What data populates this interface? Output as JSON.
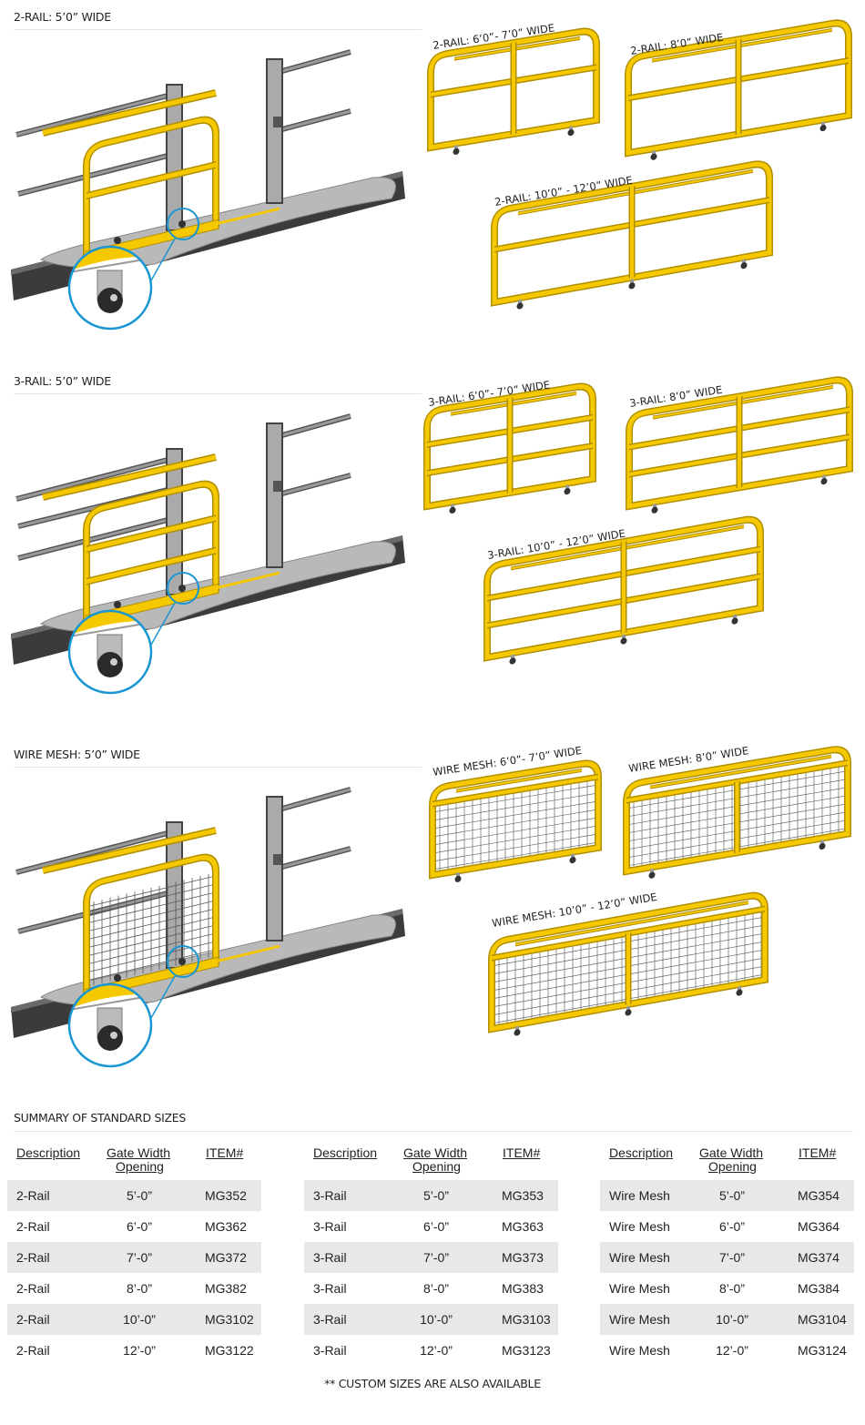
{
  "colors": {
    "yellow": "#f5c800",
    "yellow_edge": "#b08e00",
    "callout_blue": "#1a96d2",
    "row_shade": "#e8e8e8"
  },
  "sections": [
    {
      "title": "2-RAIL:  5’0” WIDE",
      "variant": "2-rail",
      "gates": [
        "2-RAIL:  6’0”- 7’0” WIDE",
        "2-RAIL:  8’0” WIDE",
        "2-RAIL:  10’0” - 12’0” WIDE"
      ]
    },
    {
      "title": "3-RAIL:  5’0” WIDE",
      "variant": "3-rail",
      "gates": [
        "3-RAIL:  6’0”- 7’0” WIDE",
        "3-RAIL:  8’0” WIDE",
        "3-RAIL:  10’0” - 12’0” WIDE"
      ]
    },
    {
      "title": "WIRE MESH:  5’0” WIDE",
      "variant": "wire-mesh",
      "gates": [
        "WIRE MESH:  6’0”- 7’0” WIDE",
        "WIRE MESH:  8’0” WIDE",
        "WIRE MESH:  10’0” - 12’0” WIDE"
      ]
    }
  ],
  "summary": {
    "title": "SUMMARY OF STANDARD SIZES",
    "headers": {
      "description": "Description",
      "gate_width": "Gate Width",
      "opening": "Opening",
      "item": "ITEM#"
    },
    "tables": [
      {
        "rows": [
          [
            "2-Rail",
            "5’-0”",
            "MG352"
          ],
          [
            "2-Rail",
            "6’-0”",
            "MG362"
          ],
          [
            "2-Rail",
            "7’-0”",
            "MG372"
          ],
          [
            "2-Rail",
            "8’-0”",
            "MG382"
          ],
          [
            "2-Rail",
            "10’-0”",
            "MG3102"
          ],
          [
            "2-Rail",
            "12’-0”",
            "MG3122"
          ]
        ]
      },
      {
        "rows": [
          [
            "3-Rail",
            "5’-0”",
            "MG353"
          ],
          [
            "3-Rail",
            "6’-0”",
            "MG363"
          ],
          [
            "3-Rail",
            "7’-0”",
            "MG373"
          ],
          [
            "3-Rail",
            "8’-0”",
            "MG383"
          ],
          [
            "3-Rail",
            "10’-0”",
            "MG3103"
          ],
          [
            "3-Rail",
            "12’-0”",
            "MG3123"
          ]
        ]
      },
      {
        "rows": [
          [
            "Wire Mesh",
            "5’-0”",
            "MG354"
          ],
          [
            "Wire Mesh",
            "6’-0”",
            "MG364"
          ],
          [
            "Wire Mesh",
            "7’-0”",
            "MG374"
          ],
          [
            "Wire Mesh",
            "8’-0”",
            "MG384"
          ],
          [
            "Wire Mesh",
            "10’-0”",
            "MG3104"
          ],
          [
            "Wire Mesh",
            "12’-0”",
            "MG3124"
          ]
        ]
      }
    ],
    "footnote": "** CUSTOM SIZES ARE ALSO AVAILABLE"
  }
}
